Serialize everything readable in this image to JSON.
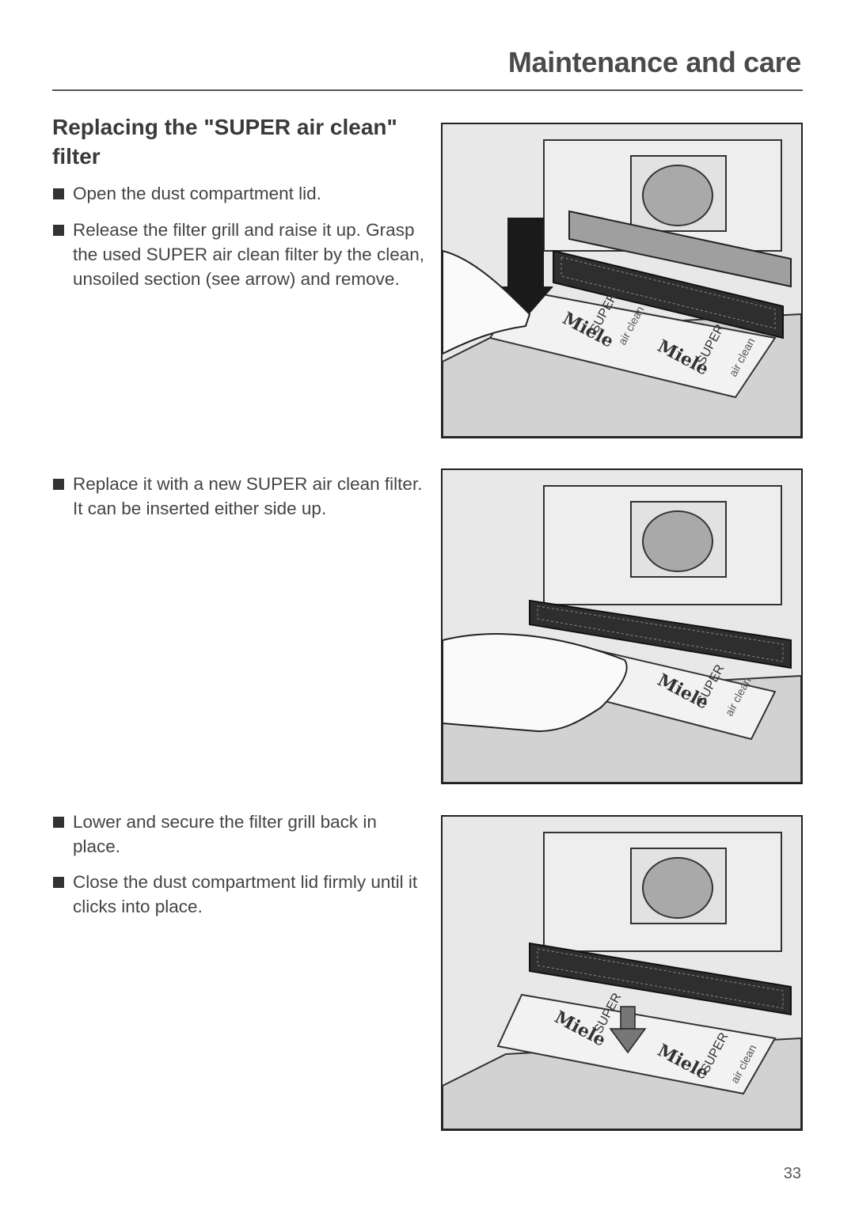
{
  "header": {
    "title": "Maintenance and care"
  },
  "section": {
    "title": "Replacing the \"SUPER air clean\" filter"
  },
  "steps": [
    "Open the dust compartment lid.",
    "Release the filter grill and raise it up. Grasp the used SUPER air clean filter by the clean, unsoiled section (see arrow) and remove.",
    "Replace it with a new SUPER air clean filter. It can be inserted either side up.",
    "Lower and secure the filter grill back in place.",
    "Close the dust compartment lid firmly until it clicks into place."
  ],
  "figures": {
    "brand_label": "Miele",
    "product_label": "SUPER",
    "subproduct_label": "air clean"
  },
  "footer": {
    "page_number": "33"
  }
}
